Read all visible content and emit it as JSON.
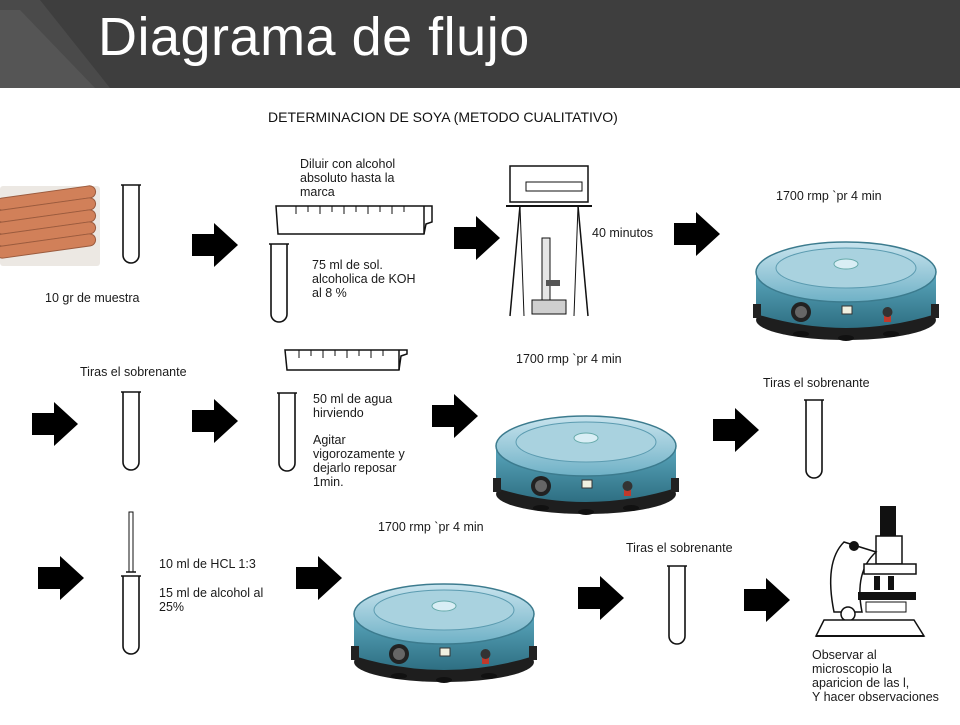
{
  "header": {
    "title": "Diagrama de flujo"
  },
  "diagram": {
    "heading": "DETERMINACION DE SOYA (METODO CUALITATIVO)",
    "labels": {
      "sample": "10 gr de muestra",
      "dilute": "Diluir con alcohol\nabsoluto hasta la\nmarca",
      "koh": "75 ml de sol.\nalcoholica de KOH\nal 8 %",
      "minutes": "40 minutos",
      "centrifuge1": "1700 rmp `pr 4 min",
      "discard1": "Tiras el sobrenante",
      "water": "50 ml de agua\nhirviendo",
      "agitate": "Agitar\nvigorozamente y\ndejarlo reposar\n1min.",
      "centrifuge2": "1700 rmp `pr 4 min",
      "discard2": "Tiras el sobrenante",
      "hcl": "10 ml de HCL 1:3",
      "alcohol": "15 ml de alcohol al\n25%",
      "centrifuge3": "1700 rmp `pr 4 min",
      "discard3": "Tiras el sobrenante",
      "observe": "Observar al\nmicroscopio la\naparicion de las l,\nY hacer observaciones"
    }
  },
  "colors": {
    "header_bg": "#3e3e3e",
    "centrifuge_body": "#4f9db4",
    "sausage": "#c96a3c",
    "arrow": "#000000"
  },
  "icons": {
    "arrow": "right-arrow-icon",
    "test_tube": "test-tube-icon",
    "centrifuge": "centrifuge-icon",
    "graduated_cylinder": "graduated-cylinder-icon",
    "bunsen_burner": "bunsen-burner-icon",
    "microscope": "microscope-icon",
    "pipette": "pipette-icon",
    "sausages": "sausages-icon"
  }
}
